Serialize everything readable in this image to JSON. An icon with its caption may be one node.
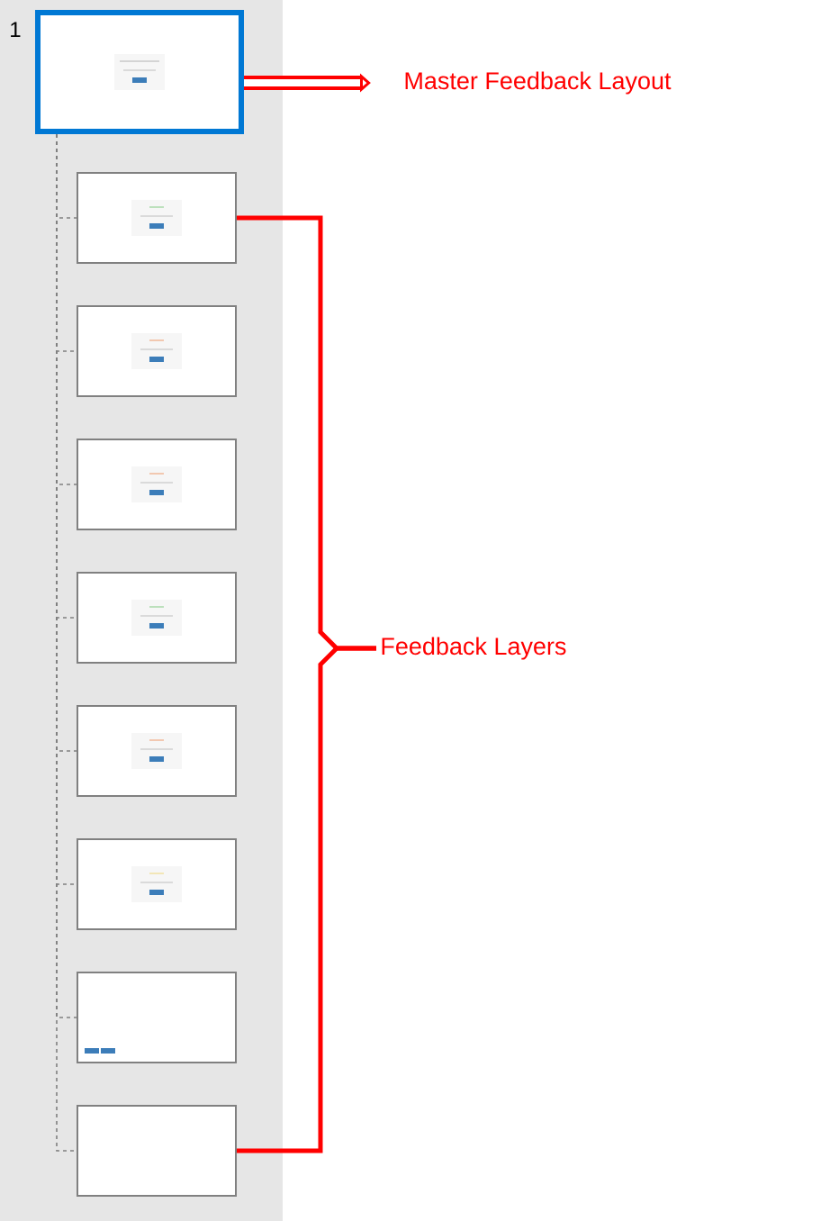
{
  "diagram": {
    "nodes": [
      {
        "text": [],
        "shape": "box",
        "beside": [
          "1"
        ]
      },
      {
        "text": [],
        "shape": "box"
      },
      {
        "text": [],
        "shape": "box"
      },
      {
        "text": [],
        "shape": "box"
      },
      {
        "text": [],
        "shape": "box"
      },
      {
        "text": [],
        "shape": "box"
      },
      {
        "text": [],
        "shape": "box"
      },
      {
        "text": [],
        "shape": "box"
      },
      {
        "text": [],
        "shape": "box"
      },
      {
        "text": [
          "Master Feedback Layout"
        ]
      },
      {
        "text": [
          "Feedback Layers"
        ]
      }
    ],
    "edges": [
      {
        "from": 0,
        "to": 9,
        "arrow": "to",
        "style": "thick",
        "color": "#ff0000"
      },
      {
        "from": 0,
        "to": 1,
        "arrow": "none",
        "style": "dashed"
      },
      {
        "from": 0,
        "to": 2,
        "arrow": "none",
        "style": "dashed"
      },
      {
        "from": 0,
        "to": 3,
        "arrow": "none",
        "style": "dashed"
      },
      {
        "from": 0,
        "to": 4,
        "arrow": "none",
        "style": "dashed"
      },
      {
        "from": 0,
        "to": 5,
        "arrow": "none",
        "style": "dashed"
      },
      {
        "from": 0,
        "to": 6,
        "arrow": "none",
        "style": "dashed"
      },
      {
        "from": 0,
        "to": 7,
        "arrow": "none",
        "style": "dashed"
      },
      {
        "from": 0,
        "to": 8,
        "arrow": "none",
        "style": "dashed"
      },
      {
        "from": 10,
        "to": 1,
        "arrow": "none",
        "style": "thick",
        "color": "#ff0000"
      },
      {
        "from": 10,
        "to": 8,
        "arrow": "none",
        "style": "thick",
        "color": "#ff0000"
      }
    ]
  }
}
